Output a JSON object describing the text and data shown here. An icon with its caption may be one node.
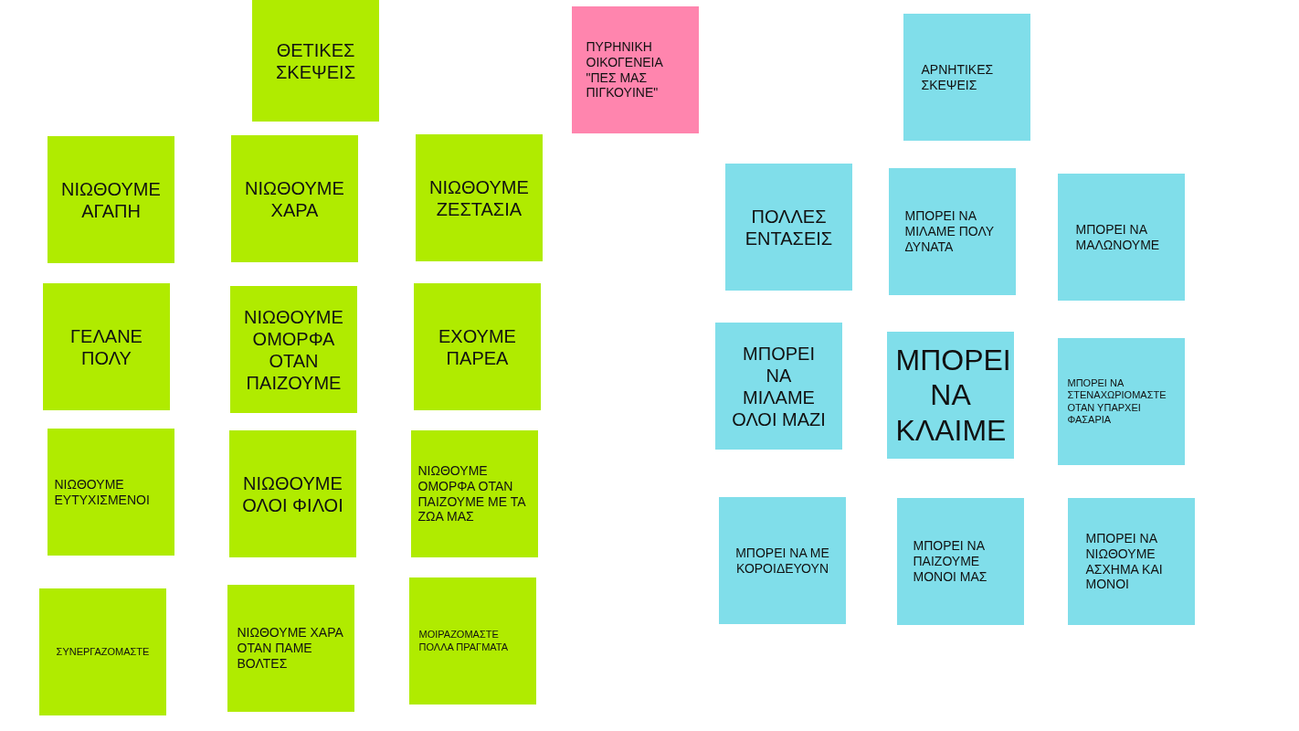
{
  "diagram": {
    "nodes": [
      {
        "text": [
          "ΘΕΤΙΚΕΣ ΣΚΕΨΕΙΣ"
        ]
      },
      {
        "text": [
          "ΠΥΡΗΝΙΚΗ ΟΙΚΟΓΕΝΕΙΑ \"ΠΕΣ ΜΑΣ ΠΙΓΚΟΥΙΝΕ\""
        ]
      },
      {
        "text": [
          "ΑΡΝΗΤΙΚΕΣ ΣΚΕΨΕΙΣ"
        ]
      },
      {
        "text": [
          "ΝΙΩΘΟΥΜΕ ΑΓΑΠΗ"
        ]
      },
      {
        "text": [
          "ΝΙΩΘΟΥΜΕ ΧΑΡΑ"
        ]
      },
      {
        "text": [
          "ΝΙΩΘΟΥΜΕ ΖΕΣΤΑΣΙΑ"
        ]
      },
      {
        "text": [
          "ΠΟΛΛΕΣ ΕΝΤΑΣΕΙΣ"
        ]
      },
      {
        "text": [
          "ΜΠΟΡΕΙ ΝΑ ΜΙΛΑΜΕ ΠΟΛΥ ΔΥΝΑΤΑ"
        ]
      },
      {
        "text": [
          "ΜΠΟΡΕΙ ΝΑ ΜΑΛΩΝΟΥΜΕ"
        ]
      },
      {
        "text": [
          "ΓΕΛΑΝΕ ΠΟΛΥ"
        ]
      },
      {
        "text": [
          "ΝΙΩΘΟΥΜΕ ΟΜΟΡΦΑ ΟΤΑΝ ΠΑΙΖΟΥΜΕ"
        ]
      },
      {
        "text": [
          "ΕΧΟΥΜΕ ΠΑΡΕΑ"
        ]
      },
      {
        "text": [
          "ΜΠΟΡΕΙ ΝΑ ΜΙΛΑΜΕ ΟΛΟΙ ΜΑΖΙ"
        ]
      },
      {
        "text": [
          "ΜΠΟΡΕΙ ΝΑ ΚΛΑΙΜΕ"
        ]
      },
      {
        "text": [
          "ΜΠΟΡΕΙ ΝΑ ΣΤΕΝΑΧΩΡΙΟΜΑΣΤΕ ΟΤΑΝ ΥΠΑΡΧΕΙ ΦΑΣΑΡΙΑ"
        ]
      },
      {
        "text": [
          "ΝΙΩΘΟΥΜΕ ΕΥΤΥΧΙΣΜΕΝΟΙ"
        ]
      },
      {
        "text": [
          "ΝΙΩΘΟΥΜΕ ΟΛΟΙ ΦΙΛΟΙ"
        ]
      },
      {
        "text": [
          "ΝΙΩΘΟΥΜΕ ΟΜΟΡΦΑ ΟΤΑΝ ΠΑΙΖΟΥΜΕ ΜΕ ΤΑ ΖΩΑ ΜΑΣ"
        ]
      },
      {
        "text": [
          "ΜΠΟΡΕΙ ΝΑ ΜΕ ΚΟΡΟΙΔΕΥΟΥΝ"
        ]
      },
      {
        "text": [
          "ΜΠΟΡΕΙ ΝΑ ΠΑΙΖΟΥΜΕ ΜΟΝΟΙ ΜΑΣ"
        ]
      },
      {
        "text": [
          "ΜΠΟΡΕΙ ΝΑ ΝΙΩΘΟΥΜΕ ΑΣΧΗΜΑ ΚΑΙ ΜΟΝΟΙ"
        ]
      },
      {
        "text": [
          "ΣΥΝΕΡΓΑΖΟΜΑΣΤΕ"
        ]
      },
      {
        "text": [
          "ΝΙΩΘΟΥΜΕ ΧΑΡΑ ΟΤΑΝ ΠΑΜΕ ΒΟΛΤΕΣ"
        ]
      },
      {
        "text": [
          "ΜΟΙΡΑΖΟΜΑΣΤΕ ΠΟΛΛΑ ΠΡΑΓΜΑΤΑ"
        ]
      }
    ],
    "edges": []
  }
}
